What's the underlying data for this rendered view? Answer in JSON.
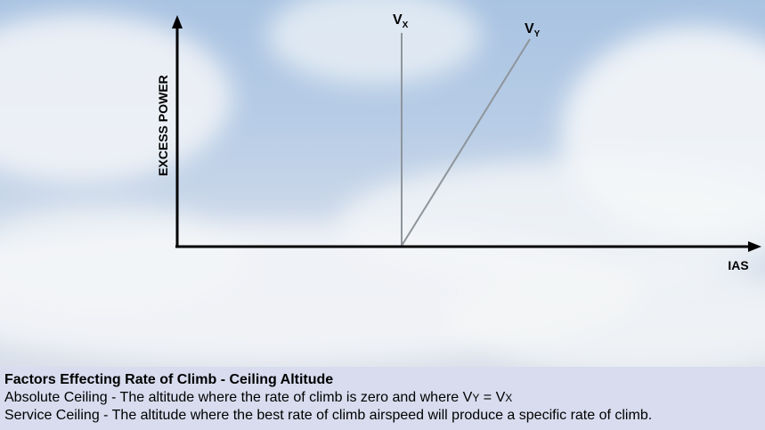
{
  "diagram": {
    "y_axis_label": "EXCESS POWER",
    "x_axis_label": "IAS",
    "vx_label": {
      "main": "V",
      "sub": "X"
    },
    "vy_label": {
      "main": "V",
      "sub": "Y"
    }
  },
  "caption": {
    "title": "Factors Effecting Rate of Climb - Ceiling Altitude",
    "absolute_ceiling": {
      "prefix": "Absolute Ceiling - The altitude where the rate of climb is zero and where V",
      "sub1": "Y",
      "mid": " = V",
      "sub2": "X"
    },
    "service_ceiling": "Service Ceiling - The altitude where the best rate of climb airspeed will produce a specific rate of climb."
  },
  "colors": {
    "axis": "#000000",
    "reference_lines": "#8e959b",
    "caption_bg": "#d8dcee"
  }
}
